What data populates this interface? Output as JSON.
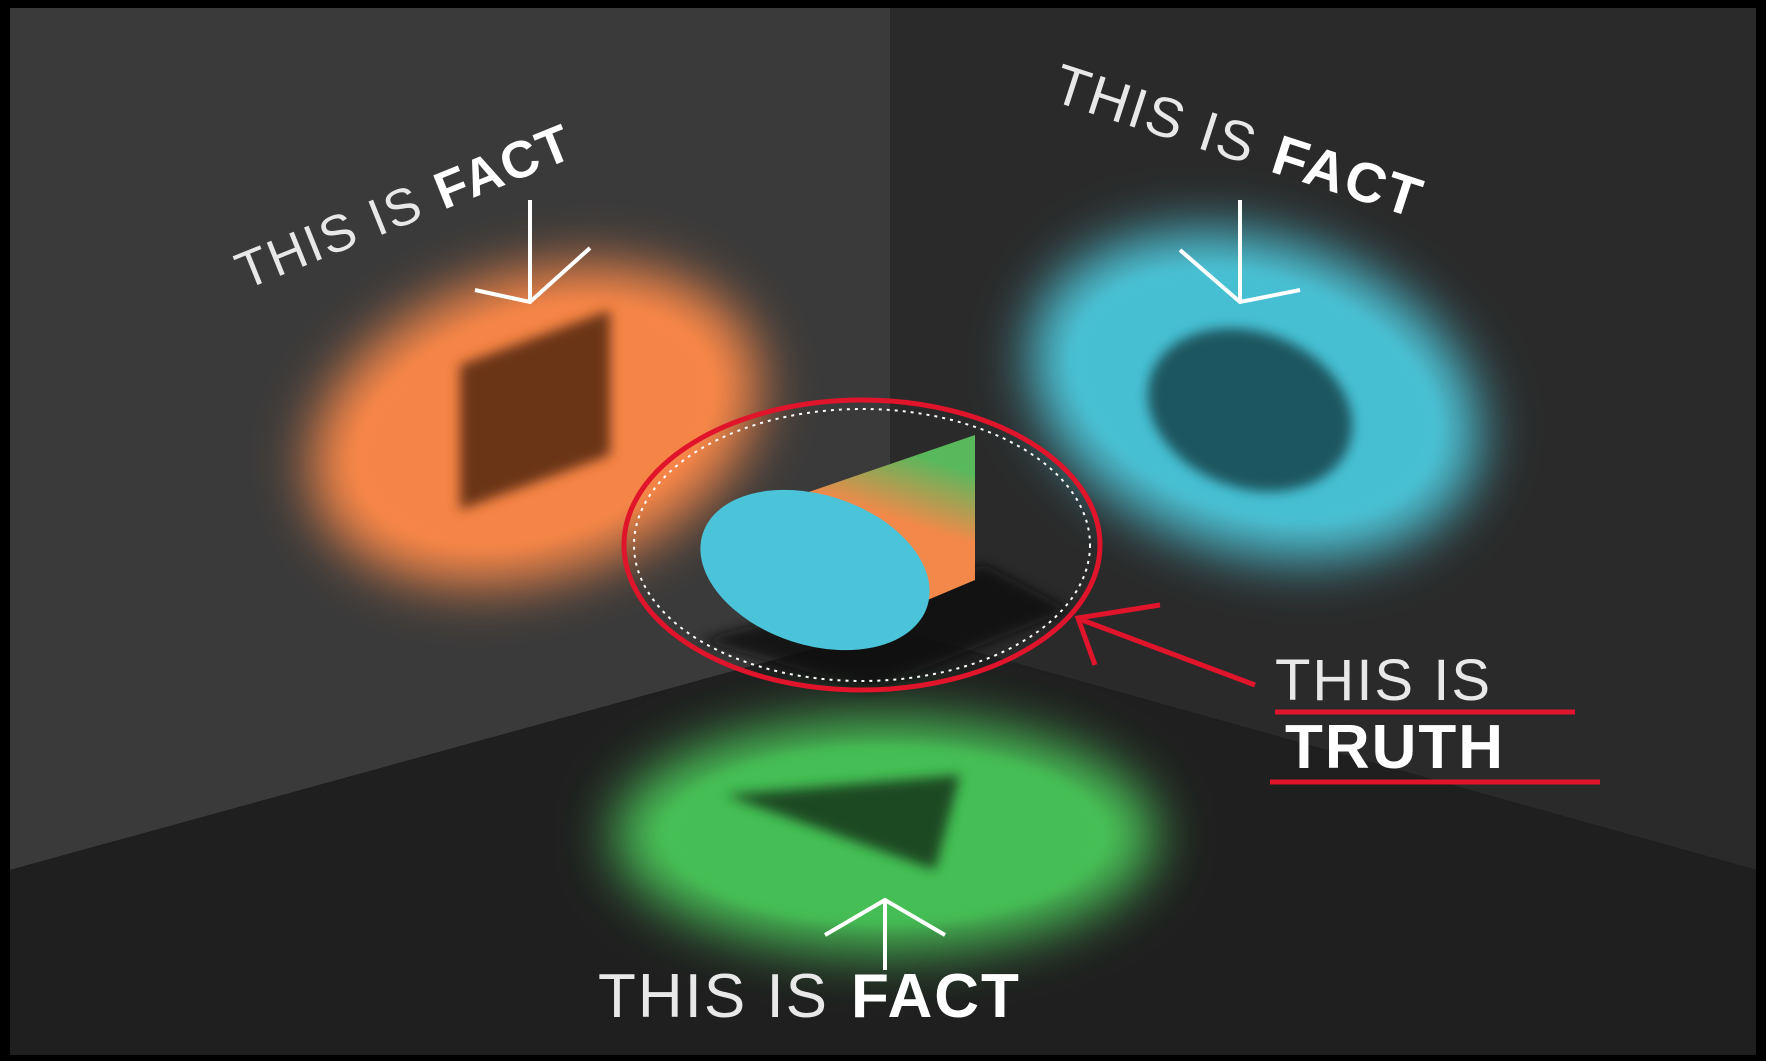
{
  "labels": {
    "left": {
      "prefix": "THIS IS",
      "word": "FACT"
    },
    "right": {
      "prefix": "THIS IS",
      "word": "FACT"
    },
    "bottom": {
      "prefix": "THIS IS",
      "word": "FACT"
    },
    "truth": {
      "prefix": "THIS IS",
      "word": "TRUTH"
    }
  },
  "colors": {
    "left_wall": "#3a3a3a",
    "right_wall": "#2a2a2a",
    "floor": "#1e1e1e",
    "orange_glow": "#ff8a4a",
    "orange_shadow": "#6b3416",
    "blue_glow": "#4ec8dc",
    "blue_shadow": "#1c5660",
    "green_glow": "#4cc85a",
    "green_shadow": "#1d4a22",
    "truth_ring": "#e0142a",
    "cylinder_face": "#4bc3d8",
    "cylinder_orange": "#f2894a",
    "cylinder_green": "#5ab85c"
  },
  "icons": {
    "arrows": [
      "arrow-down-icon",
      "arrow-up-icon",
      "arrow-pointer-icon"
    ]
  }
}
